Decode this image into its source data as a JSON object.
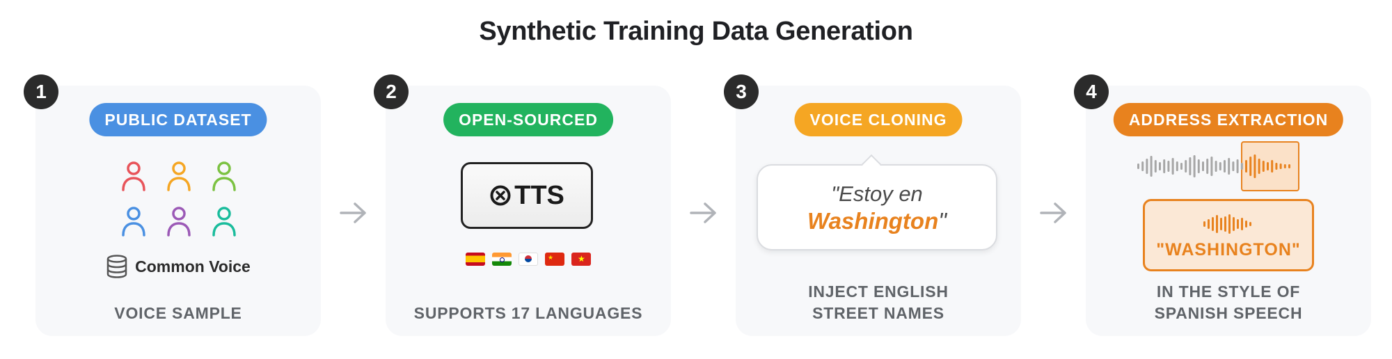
{
  "title": "Synthetic Training Data Generation",
  "colors": {
    "blue": "#4a90e2",
    "green": "#22b35e",
    "yellow": "#f5a623",
    "orange": "#e8821e",
    "step_circle": "#2b2b2b"
  },
  "steps": [
    {
      "number": "1",
      "badge": "PUBLIC DATASET",
      "icons": [
        "person-icon-red",
        "person-icon-orange",
        "person-icon-green",
        "person-icon-blue",
        "person-icon-purple",
        "person-icon-teal"
      ],
      "dataset_icon": "database-icon",
      "dataset_label": "Common Voice",
      "caption": "VOICE SAMPLE"
    },
    {
      "number": "2",
      "badge": "OPEN-SOURCED",
      "logo_text": "TTS",
      "logo_icon": "x-circle-icon",
      "flags": [
        "flag-spain",
        "flag-india",
        "flag-south-korea",
        "flag-china",
        "flag-vietnam"
      ],
      "caption": "SUPPORTS 17 LANGUAGES"
    },
    {
      "number": "3",
      "badge": "VOICE CLONING",
      "quote_line1": "\"Estoy en",
      "quote_highlight": "Washington",
      "quote_end": "\"",
      "caption_line1": "INJECT ENGLISH",
      "caption_line2": "STREET NAMES"
    },
    {
      "number": "4",
      "badge": "ADDRESS EXTRACTION",
      "extracted": "\"WASHINGTON\"",
      "caption_line1": "IN THE STYLE OF",
      "caption_line2": "SPANISH SPEECH"
    }
  ]
}
